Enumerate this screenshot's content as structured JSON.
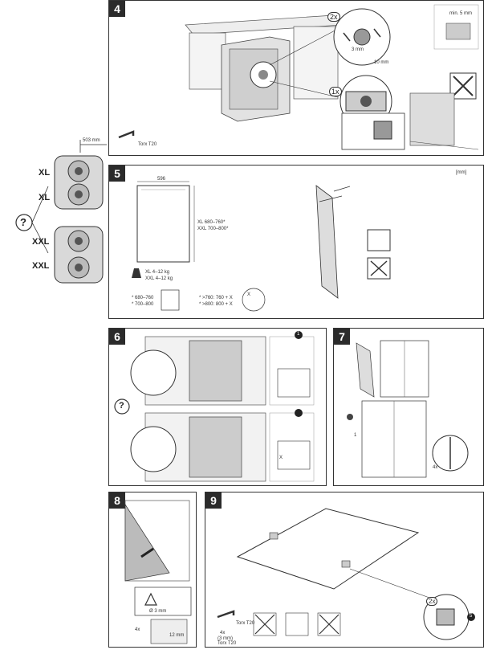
{
  "steps": [
    {
      "number": "4",
      "tool": "Torx T20",
      "callout_top_count": "2x",
      "callout_mid_count": "1x",
      "min_gap": "min. 5 mm",
      "dim_a": "3 mm",
      "dim_b": "10 mm"
    },
    {
      "number": "5",
      "unit": "[mm]",
      "width": "596",
      "height_xl": "XL  680–760*",
      "height_xxl": "XXL 700–800*",
      "weight_xl": "XL  4–12 kg",
      "weight_xxl": "XXL 4–12 kg",
      "range_a": "* 680–760",
      "range_b": "* 700–800",
      "over_a": "* >760: 760 + X",
      "over_b": "* >800: 800 + X",
      "x_mark": "X"
    },
    {
      "number": "6",
      "marker": "1",
      "x_mark": "X"
    },
    {
      "number": "7",
      "marker": "1",
      "count": "4x"
    },
    {
      "number": "8",
      "dim": "Ø 3 mm",
      "count": "4x",
      "depth": "12 mm"
    },
    {
      "number": "9",
      "tool": "Torx T20",
      "screw_count": "4x",
      "screw_note": "(3 mm)",
      "screw_tool": "Torx T20",
      "count": "2x",
      "marker": "5"
    }
  ],
  "side": {
    "dim": "503 mm",
    "question": "?",
    "question2": "?",
    "labels": [
      "XL",
      "XL",
      "XXL",
      "XXL"
    ]
  }
}
